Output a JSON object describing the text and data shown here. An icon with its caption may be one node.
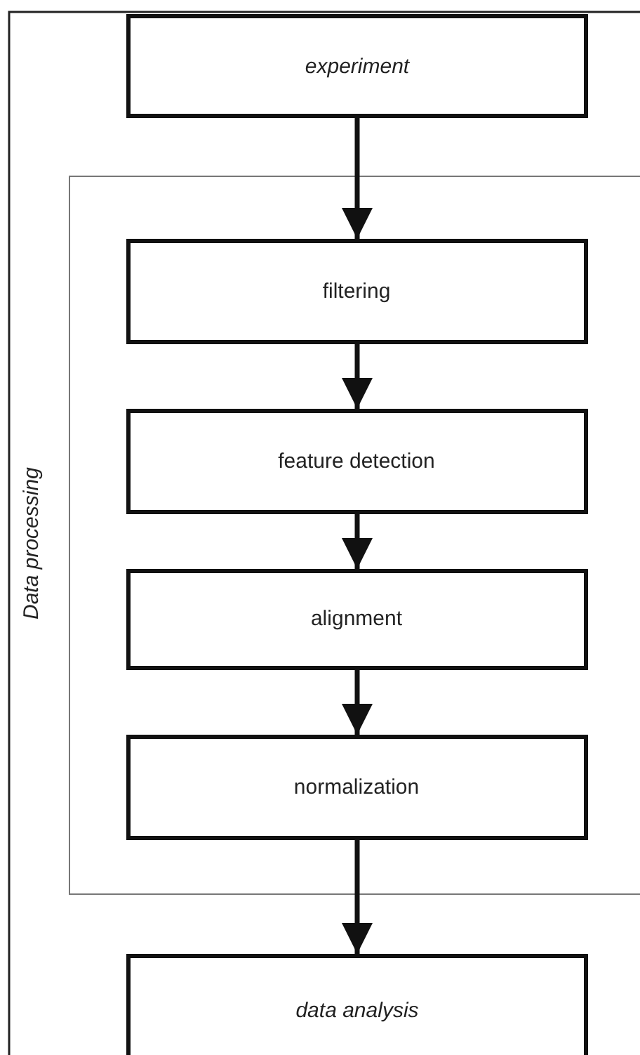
{
  "diagram": {
    "nodes": [
      {
        "text": [
          "experiment"
        ]
      },
      {
        "text": [
          "Data processing"
        ]
      },
      {
        "text": [
          "filtering"
        ],
        "in": 1
      },
      {
        "text": [
          "feature detection"
        ],
        "in": 1
      },
      {
        "text": [
          "alignment"
        ],
        "in": 1
      },
      {
        "text": [
          "normalization"
        ],
        "in": 1
      },
      {
        "text": [
          "data analysis"
        ]
      }
    ],
    "edges": [
      {
        "from": 0,
        "to": 2,
        "arrow": "to"
      },
      {
        "from": 2,
        "to": 3,
        "arrow": "to"
      },
      {
        "from": 3,
        "to": 4,
        "arrow": "to"
      },
      {
        "from": 4,
        "to": 5,
        "arrow": "to"
      },
      {
        "from": 5,
        "to": 6,
        "arrow": "to"
      }
    ]
  }
}
